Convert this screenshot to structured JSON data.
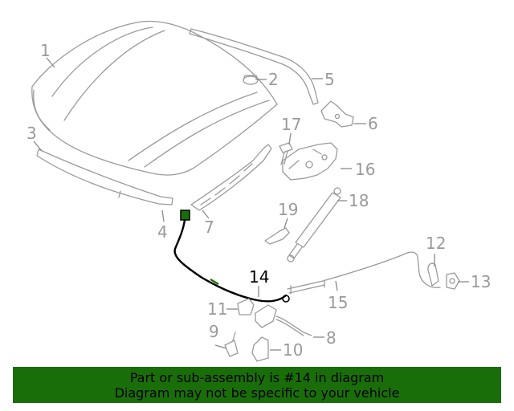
{
  "diagram": {
    "callouts": [
      {
        "id": "1",
        "label": "1"
      },
      {
        "id": "2",
        "label": "2"
      },
      {
        "id": "3",
        "label": "3"
      },
      {
        "id": "4",
        "label": "4"
      },
      {
        "id": "5",
        "label": "5"
      },
      {
        "id": "6",
        "label": "6"
      },
      {
        "id": "7",
        "label": "7"
      },
      {
        "id": "8",
        "label": "8"
      },
      {
        "id": "9",
        "label": "9"
      },
      {
        "id": "10",
        "label": "10"
      },
      {
        "id": "11",
        "label": "11"
      },
      {
        "id": "12",
        "label": "12"
      },
      {
        "id": "13",
        "label": "13"
      },
      {
        "id": "14",
        "label": "14",
        "highlighted": true
      },
      {
        "id": "15",
        "label": "15"
      },
      {
        "id": "16",
        "label": "16"
      },
      {
        "id": "17",
        "label": "17"
      },
      {
        "id": "18",
        "label": "18"
      },
      {
        "id": "19",
        "label": "19"
      }
    ],
    "highlight_color": "#000000",
    "part_color": "#9a9a9a"
  },
  "banner": {
    "line1": "Part or sub-assembly is #14 in diagram",
    "line2": "Diagram may not be specific to your vehicle",
    "background": "#1a6e0a"
  }
}
